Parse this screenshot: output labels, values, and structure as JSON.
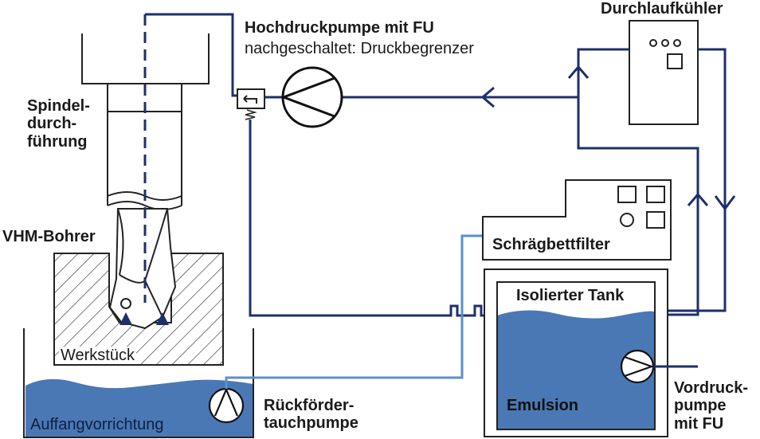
{
  "labels": {
    "spindle": "Spindel-\ndurch-\nführung",
    "drill": "VHM-Bohrer",
    "workpiece": "Werkstück",
    "collector": "Auffangvorrichtung",
    "return_pump": "Rückförder-\ntauchpumpe",
    "hp_pump_title": "Hochdruckpumpe mit FU",
    "hp_pump_sub": "nachgeschaltet: Druckbegrenzer",
    "chiller": "Durchlaufkühler",
    "filter": "Schrägbettfilter",
    "tank": "Isolierter Tank",
    "emulsion": "Emulsion",
    "pre_pump": "Vordruck-\npumpe\nmit FU"
  },
  "colors": {
    "pipe": "#1f2f6b",
    "pipe_light": "#5b8fc9",
    "fluid": "#4a78b5",
    "outline": "#222222"
  },
  "icons": [
    "pump-icon",
    "valve-icon",
    "flow-arrow-icon"
  ]
}
